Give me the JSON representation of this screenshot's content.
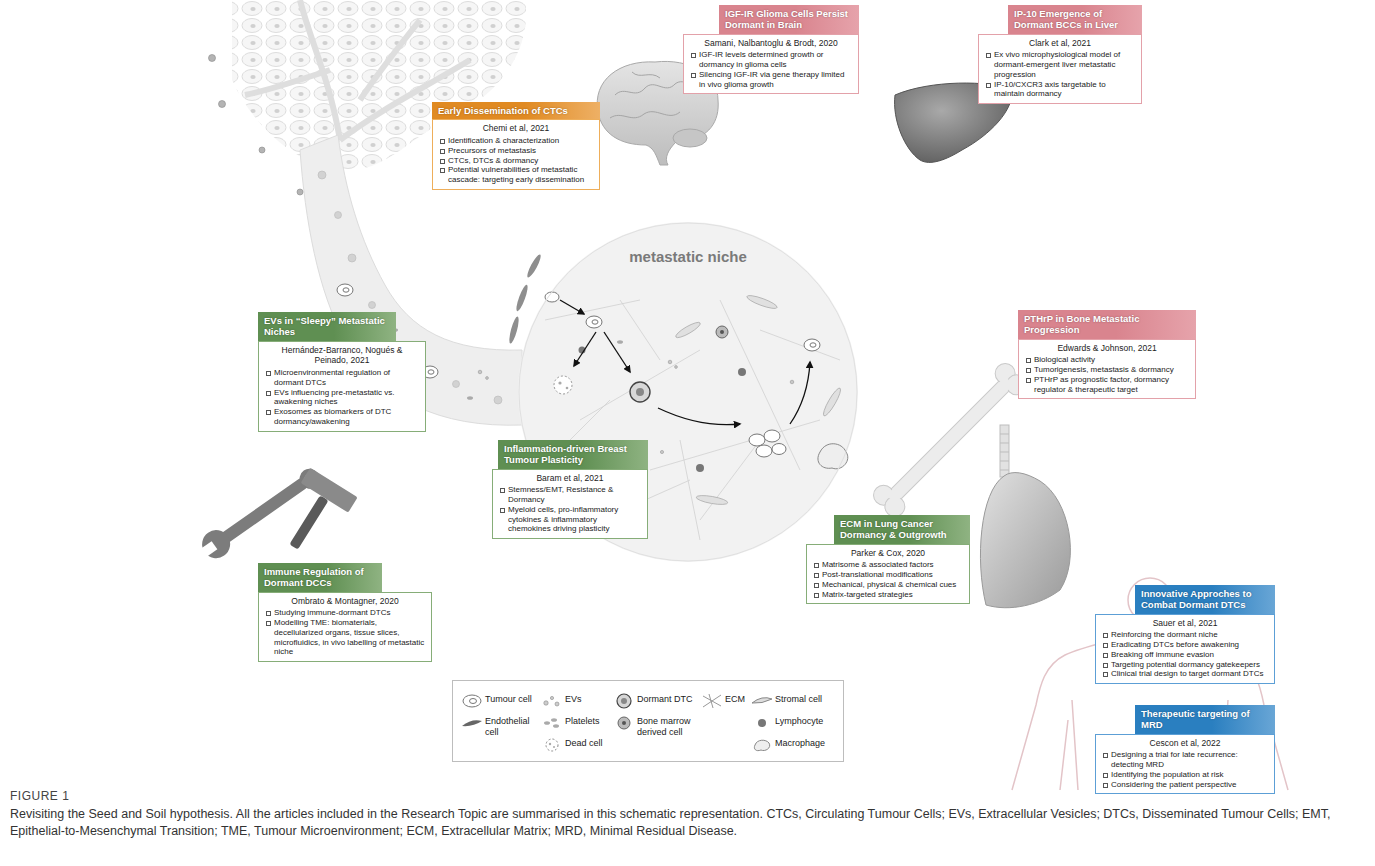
{
  "diagram": {
    "title": "FIGURE 1",
    "caption": "Revisiting the Seed and Soil hypothesis. All the articles included in the Research Topic are summarised in this schematic representation. CTCs, Circulating Tumour Cells; EVs, Extracellular Vesicles; DTCs, Disseminated Tumour Cells; EMT, Epithelial-to-Mesenchymal Transition; TME, Tumour Microenvironment; ECM, Extracellular Matrix; MRD, Minimal Residual Disease.",
    "nodes": [
      {
        "text": [
          "IGF-IR Glioma Cells Persist Dormant in Brain",
          "Samani, Nalbantoglu & Brodt, 2020",
          "IGF-IR levels determined growth or dormancy in glioma cells",
          "Silencing IGF-IR via gene therapy limited in vivo glioma growth"
        ]
      },
      {
        "text": [
          "IP-10 Emergence of Dormant BCCs in Liver",
          "Clark et al, 2021",
          "Ex vivo microphysiological model of dormant-emergent liver metastatic progression",
          "IP-10/CXCR3 axis targetable to maintain dormancy"
        ]
      },
      {
        "text": [
          "Early Dissemination of CTCs",
          "Chemi et al, 2021",
          "Identification & characterization",
          "Precursors of metastasis",
          "CTCs, DTCs & dormancy",
          "Potential vulnerabilities of metastatic cascade: targeting early dissemination"
        ]
      },
      {
        "text": [
          "metastatic niche"
        ]
      },
      {
        "text": [
          "PTHrP in Bone Metastatic Progression",
          "Edwards & Johnson, 2021",
          "Biological activity",
          "Tumorigenesis, metastasis & dormancy",
          "PTHrP as prognostic factor, dormancy regulator & therapeutic target"
        ]
      },
      {
        "text": [
          "EVs in “Sleepy” Metastatic Niches",
          "Hernández-Barranco, Nogués & Peinado, 2021",
          "Microenvironmental regulation of dormant DTCs",
          "EVs influencing pre-metastatic vs. awakening niches",
          "Exosomes as biomarkers of DTC dormancy/awakening"
        ]
      },
      {
        "text": [
          "Inflammation-driven Breast Tumour Plasticity",
          "Baram et al, 2021",
          "Stemness/EMT, Resistance & Dormancy",
          "Myeloid cells, pro-inflammatory cytokines & inflammatory chemokines driving plasticity"
        ]
      },
      {
        "text": [
          "ECM in Lung Cancer Dormancy & Outgrowth",
          "Parker & Cox, 2020",
          "Matrisome & associated factors",
          "Post-translational modifications",
          "Mechanical, physical & chemical cues",
          "Matrix-targeted strategies"
        ]
      },
      {
        "text": [
          "Immune Regulation of Dormant DCCs",
          "Ombrato & Montagner, 2020",
          "Studying immune-dormant DTCs",
          "Modelling TME: biomaterials, decellularized organs, tissue slices, microfluidics, in vivo labelling of metastatic niche"
        ]
      },
      {
        "text": [
          "Innovative Approches to Combat Dormant DTCs",
          "Sauer et al, 2021",
          "Reinforcing the dormant niche",
          "Eradicating DTCs before awakening",
          "Breaking off immune evasion",
          "Targeting potential dormancy gatekeepers",
          "Clinical trial design to target dormant DTCs"
        ]
      },
      {
        "text": [
          "Therapeutic targeting of MRD",
          "Cescon et al, 2022",
          "Designing a trial for late recurrence: detecting MRD",
          "Identifying the population at risk",
          "Considering the patient perspective"
        ]
      }
    ],
    "legend": [
      {
        "text": "Tumour cell"
      },
      {
        "text": "EVs"
      },
      {
        "text": "Dormant DTC"
      },
      {
        "text": "ECM"
      },
      {
        "text": "Stromal cell"
      },
      {
        "text": "Endothelial cell"
      },
      {
        "text": "Platelets"
      },
      {
        "text": "Bone marrow derived cell"
      },
      {
        "text": "Lymphocyte"
      },
      {
        "text": "Dead cell"
      },
      {
        "text": "Macrophage"
      }
    ]
  }
}
